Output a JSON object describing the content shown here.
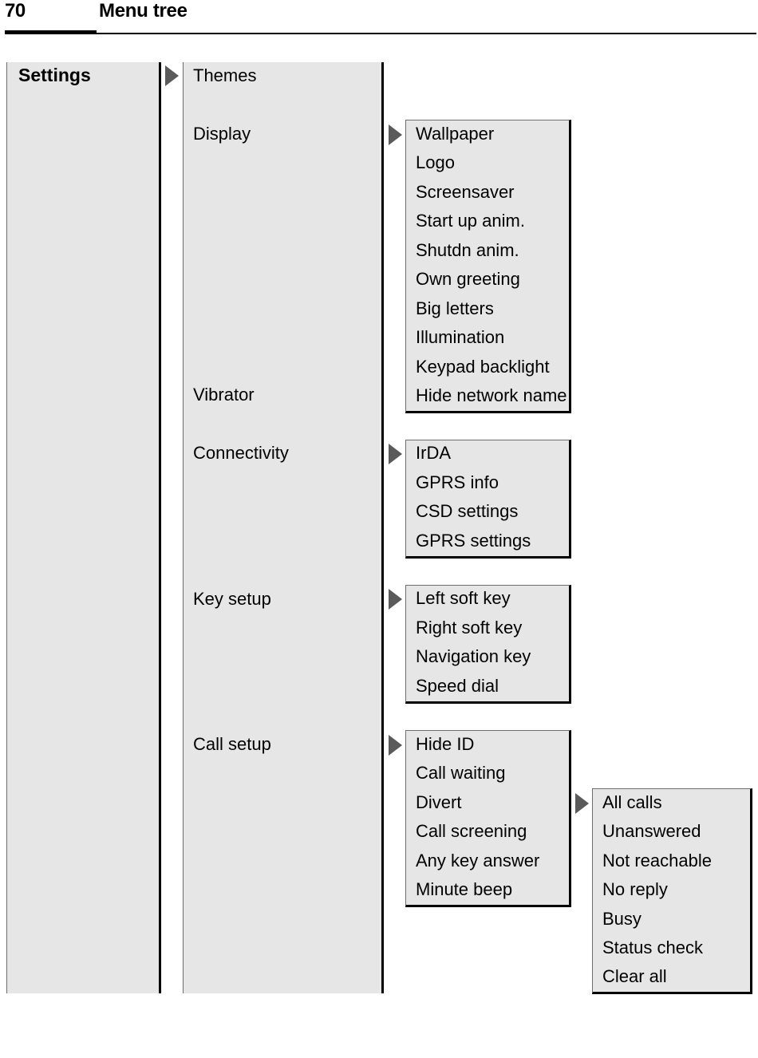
{
  "header": {
    "page_number": "70",
    "title": "Menu tree"
  },
  "level1": {
    "label": "Settings"
  },
  "level2": {
    "items": [
      "Themes",
      "Display",
      "Vibrator",
      "Connectivity",
      "Key setup",
      "Call setup"
    ]
  },
  "display_menu": {
    "items": [
      "Wallpaper",
      "Logo",
      "Screensaver",
      "Start up anim.",
      "Shutdn anim.",
      "Own greeting",
      "Big letters",
      "Illumination",
      "Keypad backlight",
      "Hide network name"
    ]
  },
  "connectivity_menu": {
    "items": [
      "IrDA",
      "GPRS info",
      "CSD settings",
      "GPRS settings"
    ]
  },
  "keysetup_menu": {
    "items": [
      "Left soft key",
      "Right soft key",
      "Navigation key",
      "Speed dial"
    ]
  },
  "callsetup_menu": {
    "items": [
      "Hide ID",
      "Call waiting",
      "Divert",
      "Call screening",
      "Any key answer",
      "Minute beep"
    ]
  },
  "divert_menu": {
    "items": [
      "All calls",
      "Unanswered",
      "Not reachable",
      "No reply",
      "Busy",
      "Status check",
      "Clear all"
    ]
  },
  "colors": {
    "panel": "#e6e6e6",
    "arrow": "#5a5a5a",
    "border": "#000000"
  }
}
